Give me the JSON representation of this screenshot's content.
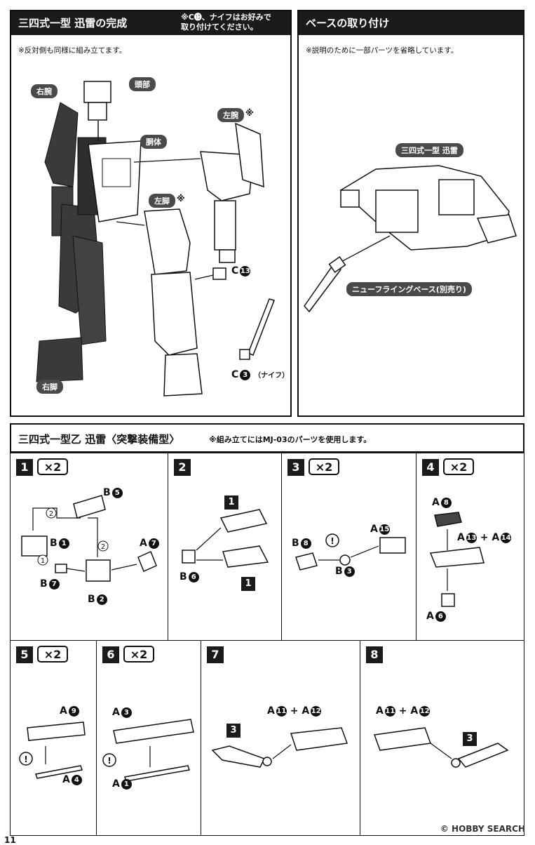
{
  "top_left": {
    "title": "三四式一型 迅雷の完成",
    "header_note_line1": "※C⓭、ナイフはお好みで",
    "header_note_line2": "取り付けてください。",
    "note": "※反対側も同様に組み立てます。",
    "labels": {
      "right_arm": "右腕",
      "head": "頭部",
      "left_arm": "左腕",
      "left_arm_mark": "※",
      "torso": "胴体",
      "left_leg": "左脚",
      "left_leg_mark": "※",
      "right_leg": "右脚"
    },
    "parts": {
      "c13_letter": "C",
      "c13_num": "13",
      "c3_letter": "C",
      "c3_num": "3",
      "c3_note": "（ナイフ）"
    }
  },
  "top_right": {
    "title": "ベースの取り付け",
    "note": "※説明のために一部パーツを省略しています。",
    "label_unit": "三四式一型 迅雷",
    "label_base": "ニューフライングベース(別売り)"
  },
  "bottom": {
    "title": "三四式一型乙 迅雷〈突撃装備型〉",
    "note": "※組み立てにはMJ-03のパーツを使用します。",
    "steps": [
      {
        "num": "1",
        "mult": "×2",
        "parts": [
          "B",
          "5",
          "B",
          "1",
          "B",
          "7",
          "B",
          "2",
          "A",
          "7"
        ],
        "arrows": [
          "2",
          "2",
          "1"
        ]
      },
      {
        "num": "2",
        "parts": [
          "B",
          "6"
        ],
        "subs": [
          "1",
          "1"
        ]
      },
      {
        "num": "3",
        "mult": "×2",
        "parts": [
          "B",
          "8",
          "B",
          "3",
          "A",
          "15"
        ]
      },
      {
        "num": "4",
        "mult": "×2",
        "parts": [
          "A",
          "8",
          "A",
          "13",
          "A",
          "14",
          "A",
          "6"
        ],
        "plus": "+"
      },
      {
        "num": "5",
        "mult": "×2",
        "parts": [
          "A",
          "9",
          "A",
          "4"
        ]
      },
      {
        "num": "6",
        "mult": "×2",
        "parts": [
          "A",
          "3",
          "A",
          "1"
        ]
      },
      {
        "num": "7",
        "parts": [
          "A",
          "11",
          "A",
          "12"
        ],
        "plus": "+",
        "sub": "3"
      },
      {
        "num": "8",
        "parts": [
          "A",
          "11",
          "A",
          "12"
        ],
        "plus": "+",
        "sub": "3"
      }
    ]
  },
  "footer": {
    "page_number": "11",
    "watermark": "© HOBBY SEARCH"
  }
}
